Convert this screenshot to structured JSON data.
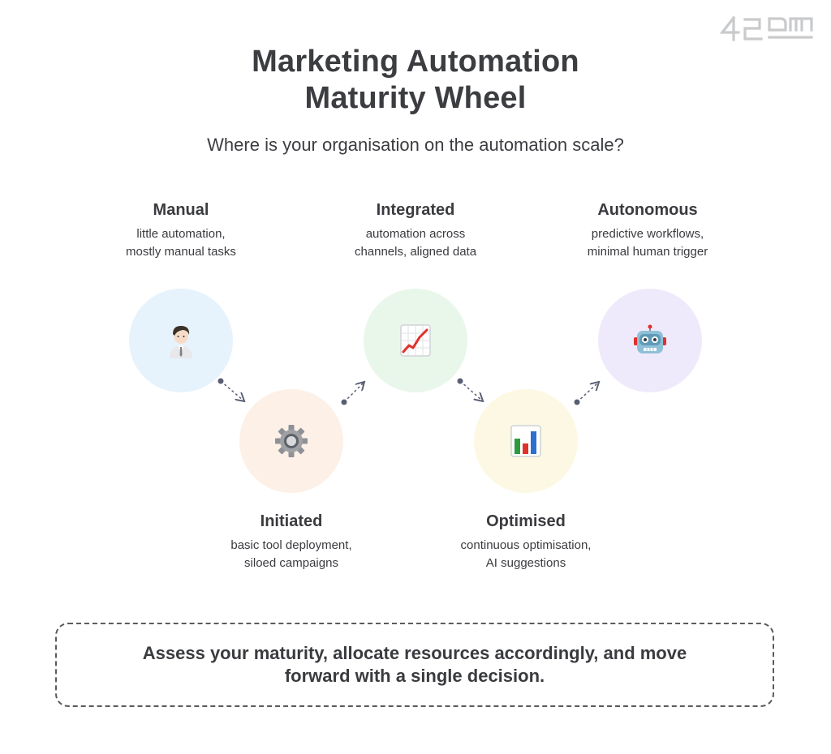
{
  "logo": {
    "text": "42DM"
  },
  "title": {
    "line1": "Marketing Automation",
    "line2": "Maturity Wheel"
  },
  "subtitle": "Where is your organisation on the automation scale?",
  "stages": [
    {
      "name": "Manual",
      "desc1": "little automation,",
      "desc2": "mostly manual tasks",
      "icon": "person-icon",
      "color": "#e6f3fc"
    },
    {
      "name": "Initiated",
      "desc1": "basic tool deployment,",
      "desc2": "siloed campaigns",
      "icon": "gear-icon",
      "color": "#fdf0e6"
    },
    {
      "name": "Integrated",
      "desc1": "automation across",
      "desc2": "channels, aligned data",
      "icon": "chart-increasing-icon",
      "color": "#e9f7ea"
    },
    {
      "name": "Optimised",
      "desc1": "continuous optimisation,",
      "desc2": "AI suggestions",
      "icon": "bar-chart-icon",
      "color": "#fdf8e3"
    },
    {
      "name": "Autonomous",
      "desc1": "predictive workflows,",
      "desc2": "minimal human trigger",
      "icon": "robot-icon",
      "color": "#efeafb"
    }
  ],
  "callout": {
    "line1": "Assess your maturity, allocate resources accordingly, and move",
    "line2": "forward with a single decision."
  }
}
